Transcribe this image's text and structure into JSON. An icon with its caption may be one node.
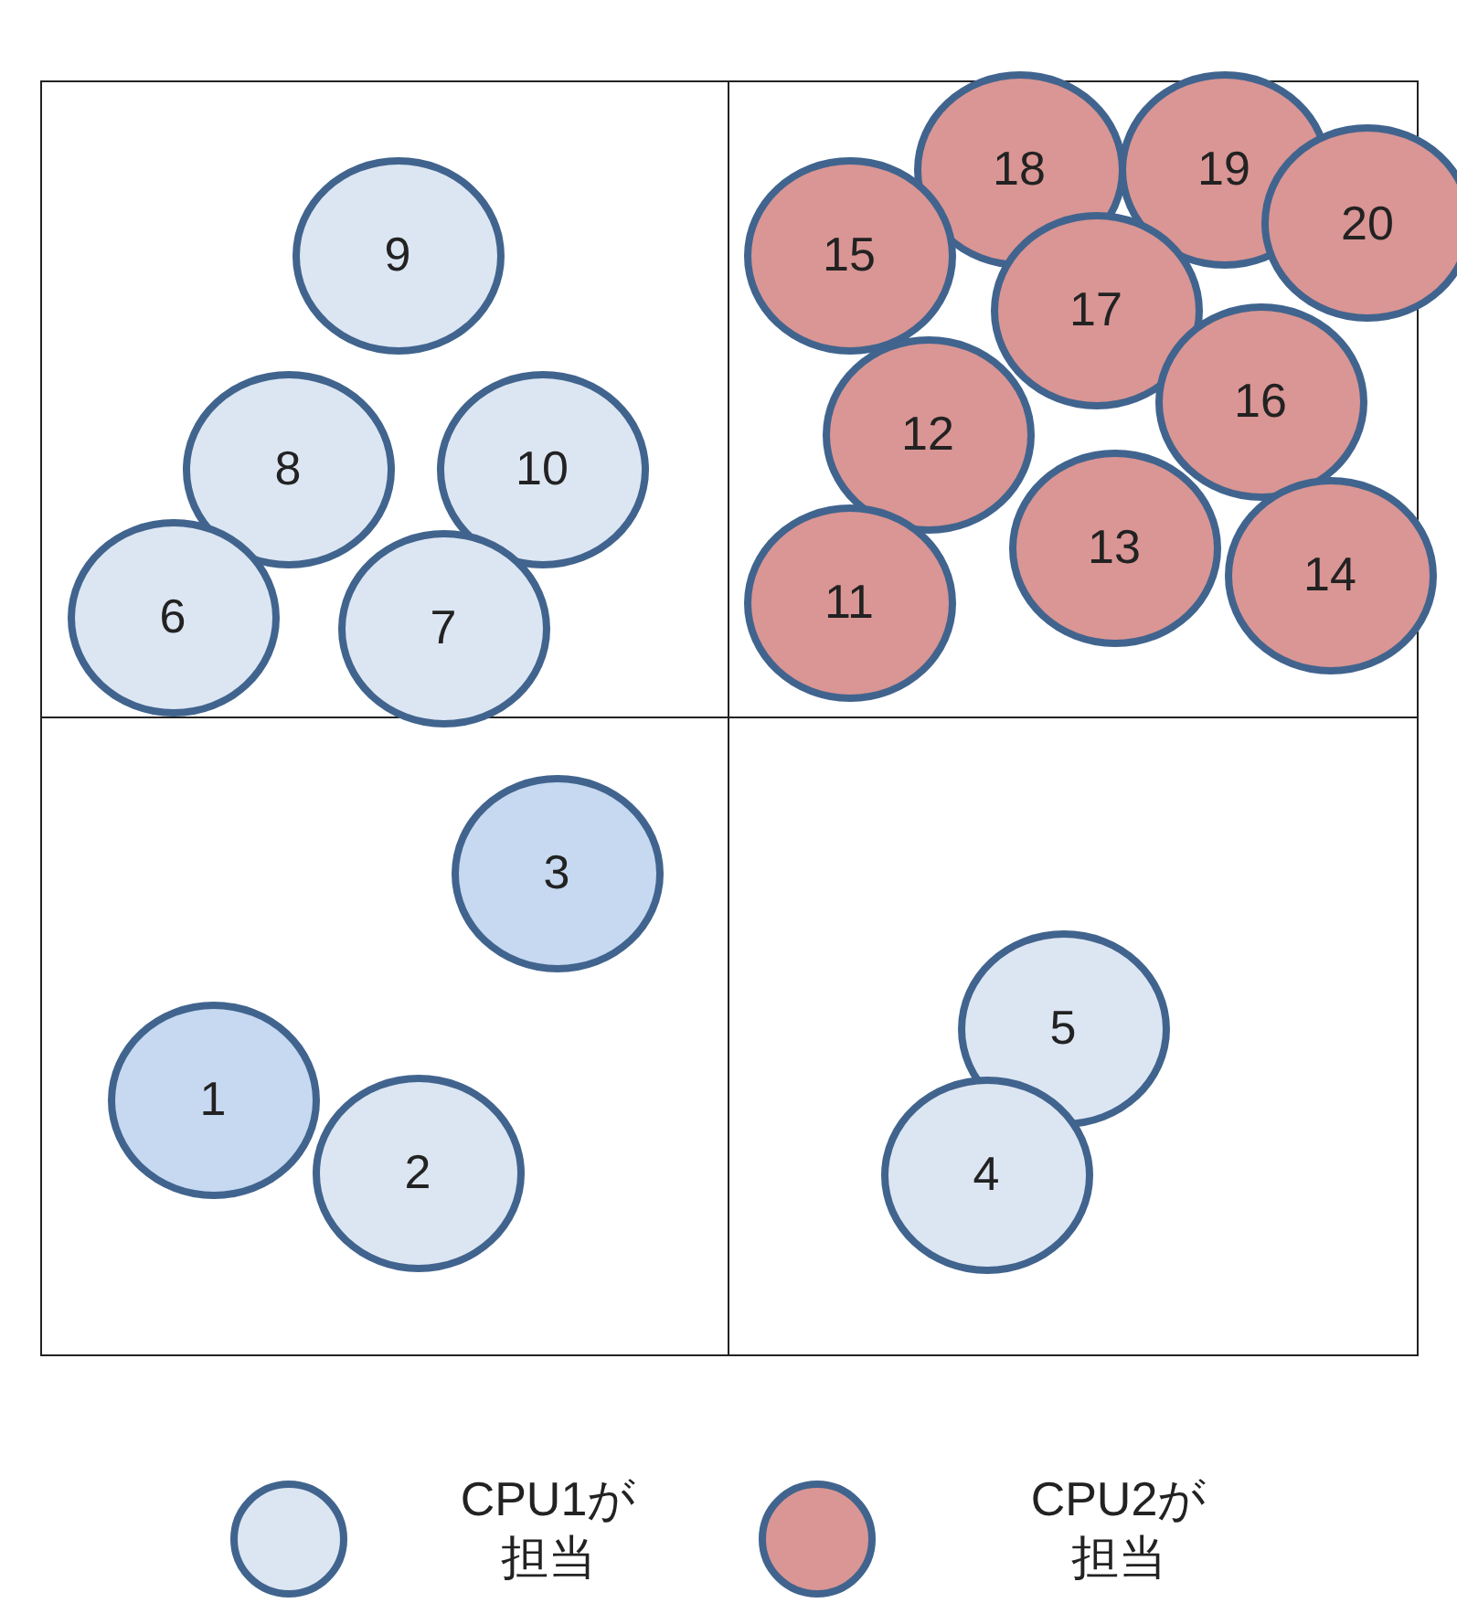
{
  "diagram": {
    "nodes": [
      {
        "text": [],
        "shape": "box"
      },
      {
        "text": [
          "9"
        ],
        "in": 0
      },
      {
        "text": [
          "8"
        ],
        "in": 0
      },
      {
        "text": [
          "10"
        ],
        "in": 0
      },
      {
        "text": [
          "6"
        ],
        "in": 0
      },
      {
        "text": [
          "7"
        ],
        "in": 0
      },
      {
        "text": [],
        "shape": "box"
      },
      {
        "text": [
          "18"
        ],
        "in": 6
      },
      {
        "text": [
          "19"
        ],
        "in": 6
      },
      {
        "text": [
          "20"
        ]
      },
      {
        "text": [
          "15"
        ],
        "in": 6
      },
      {
        "text": [
          "17"
        ],
        "in": 6
      },
      {
        "text": [
          "16"
        ],
        "in": 6
      },
      {
        "text": [
          "12"
        ],
        "in": 6
      },
      {
        "text": [
          "13"
        ],
        "in": 6
      },
      {
        "text": [
          "14"
        ],
        "in": 6
      },
      {
        "text": [
          "11"
        ],
        "in": 6
      },
      {
        "text": [],
        "shape": "box"
      },
      {
        "text": [
          "3"
        ],
        "in": 17
      },
      {
        "text": [
          "1"
        ],
        "in": 17
      },
      {
        "text": [
          "2"
        ],
        "in": 17
      },
      {
        "text": [],
        "shape": "box"
      },
      {
        "text": [
          "5"
        ],
        "in": 21
      },
      {
        "text": [
          "4"
        ],
        "in": 21
      }
    ],
    "edges": [],
    "legend": [
      {
        "text": "CPU1が担当",
        "color": "#dce6f2"
      },
      {
        "text": "CPU2が担当",
        "color": "#d99694"
      }
    ]
  }
}
